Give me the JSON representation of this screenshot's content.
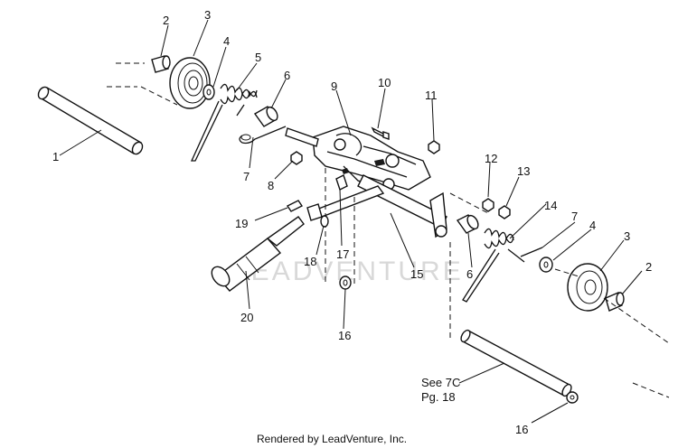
{
  "diagram": {
    "callouts": {
      "c1": "1",
      "c2a": "2",
      "c2b": "2",
      "c3a": "3",
      "c3b": "3",
      "c4a": "4",
      "c4b": "4",
      "c5": "5",
      "c6a": "6",
      "c6b": "6",
      "c7a": "7",
      "c7b": "7",
      "c8": "8",
      "c9": "9",
      "c10": "10",
      "c11": "11",
      "c12": "12",
      "c13": "13",
      "c14": "14",
      "c15": "15",
      "c16a": "16",
      "c16b": "16",
      "c17": "17",
      "c18": "18",
      "c19": "19",
      "c20": "20"
    },
    "see_ref_line1": "See 7C",
    "see_ref_line2": "Pg. 18",
    "watermark": "LEADVENTURE",
    "footer": "Rendered by LeadVenture, Inc."
  }
}
